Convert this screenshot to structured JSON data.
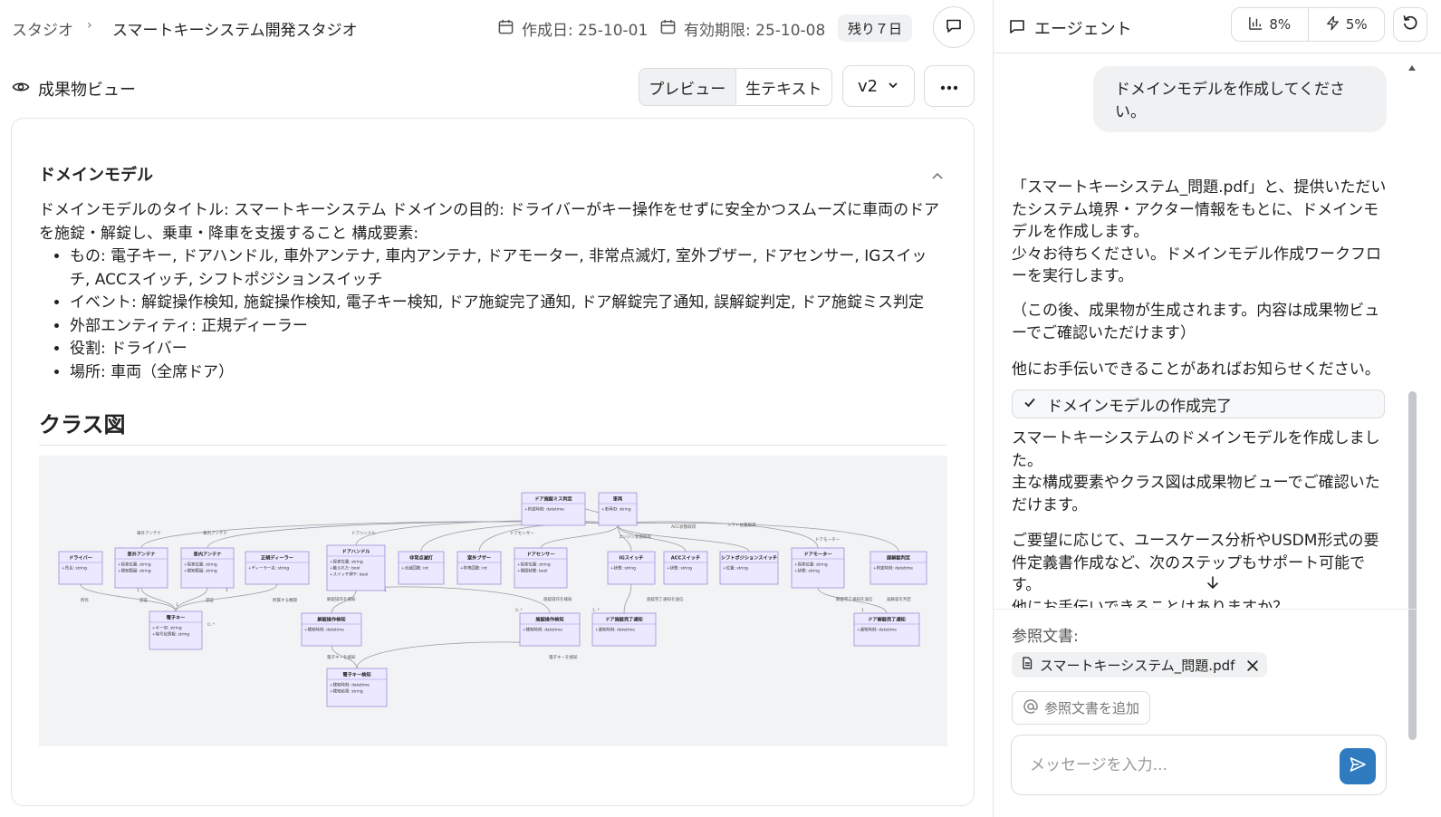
{
  "header": {
    "breadcrumb_root": "スタジオ",
    "breadcrumb_sep": "›",
    "breadcrumb_current": "スマートキーシステム開発スタジオ",
    "created": "作成日: 25-10-01",
    "expiry": "有効期限: 25-10-08",
    "remaining": "残り７日",
    "icons": {
      "calendar": "calendar-icon",
      "chat": "message-square-icon"
    }
  },
  "viewbar": {
    "title": "成果物ビュー",
    "tabs": [
      {
        "label": "プレビュー",
        "active": true
      },
      {
        "label": "生テキスト",
        "active": false
      }
    ],
    "version": "v2",
    "more_icon": "ellipsis-icon"
  },
  "artifact": {
    "section_title": "ドメインモデル",
    "intro": "ドメインモデルのタイトル: スマートキーシステム ドメインの目的: ドライバーがキー操作をせずに安全かつスムーズに車両のドアを施錠・解錠し、乗車・降車を支援すること 構成要素:",
    "bullets": [
      "もの: 電子キー, ドアハンドル, 車外アンテナ, 車内アンテナ, ドアモーター, 非常点滅灯, 室外ブザー, ドアセンサー, IGスイッチ, ACCスイッチ, シフトポジションスイッチ",
      "イベント: 解錠操作検知, 施錠操作検知, 電子キー検知, ドア施錠完了通知, ドア解錠完了通知, 誤解錠判定, ドア施錠ミス判定",
      "外部エンティティ: 正規ディーラー",
      "役割: ドライバー",
      "場所: 車両（全席ドア）"
    ],
    "class_diagram_title": "クラス図",
    "diagram": {
      "classes": [
        {
          "name": "ドア施錠ミス判定",
          "attrs": [
            "+判定時刻: datetime"
          ]
        },
        {
          "name": "車両",
          "attrs": [
            "+車両ID: string"
          ]
        },
        {
          "name": "ドライバー",
          "attrs": [
            "+氏名: string"
          ]
        },
        {
          "name": "車外アンテナ",
          "attrs": [
            "+探索位置: string",
            "+検知範囲: string"
          ]
        },
        {
          "name": "車内アンテナ",
          "attrs": [
            "+探索位置: string",
            "+検知範囲: string"
          ]
        },
        {
          "name": "正規ディーラー",
          "attrs": [
            "+ディーラー名: string"
          ]
        },
        {
          "name": "ドアハンドル",
          "attrs": [
            "+探索位置: string",
            "+触られた: bool",
            "+スイッチ押下: bool"
          ]
        },
        {
          "name": "非常点滅灯",
          "attrs": [
            "+点滅回数: int"
          ]
        },
        {
          "name": "室外ブザー",
          "attrs": [
            "+吹鳴回数: int"
          ]
        },
        {
          "name": "ドアセンサー",
          "attrs": [
            "+探索位置: string",
            "+開閉状態: bool"
          ]
        },
        {
          "name": "IGスイッチ",
          "attrs": [
            "+状態: string"
          ]
        },
        {
          "name": "ACCスイッチ",
          "attrs": [
            "+状態: string"
          ]
        },
        {
          "name": "シフトポジションスイッチ",
          "attrs": [
            "+位置: string"
          ]
        },
        {
          "name": "ドアモーター",
          "attrs": [
            "+探索位置: string",
            "+状態: string"
          ]
        },
        {
          "name": "誤解錠判定",
          "attrs": [
            "+判定時刻: datetime"
          ]
        },
        {
          "name": "電子キー",
          "attrs": [
            "+キーID: string",
            "+暗号化情報: string"
          ]
        },
        {
          "name": "解錠操作検知",
          "attrs": [
            "+検知時刻: datetime"
          ]
        },
        {
          "name": "施錠操作検知",
          "attrs": [
            "+検知時刻: datetime"
          ]
        },
        {
          "name": "ドア施錠完了通知",
          "attrs": [
            "+通知時刻: datetime"
          ]
        },
        {
          "name": "ドア解錠完了通知",
          "attrs": [
            "+通知時刻: datetime"
          ]
        },
        {
          "name": "電子キー検知",
          "attrs": [
            "+検知時刻: datetime",
            "+検知結果: string"
          ]
        }
      ],
      "edge_labels": [
        "車外アンテナ",
        "車内アンテナ",
        "ドアハンドル",
        "ドアセンサー",
        "ドアモーター",
        "エンジン状態取得",
        "ACC状態取得",
        "シフト位置取得",
        "所有",
        "認証",
        "認証",
        "所属する機関",
        "解錠操作を検知",
        "施錠操作を検知",
        "施錠完了通知を送信",
        "解錠完了通知を送信",
        "誤解錠を判定",
        "電子キーを検知",
        "電子キーを検知"
      ],
      "multiplicity": [
        "1",
        "1",
        "0..*",
        "1",
        "1",
        "0..*",
        "1",
        "1..*"
      ]
    }
  },
  "agent": {
    "title": "エージェント",
    "usage": [
      {
        "icon": "bar-chart-icon",
        "value": "8%"
      },
      {
        "icon": "zap-icon",
        "value": "5%"
      }
    ],
    "user_message": "ドメインモデルを作成してください。",
    "messages": [
      "「スマートキーシステム_問題.pdf」と、提供いただいたシステム境界・アクター情報をもとに、ドメインモデルを作成します。\n少々お待ちください。ドメインモデル作成ワークフローを実行します。",
      "（この後、成果物が生成されます。内容は成果物ビューでご確認いただけます）",
      "他にお手伝いできることがあればお知らせください。"
    ],
    "status_pill": "ドメインモデルの作成完了",
    "messages_after": [
      "スマートキーシステムのドメインモデルを作成しました。\n主な構成要素やクラス図は成果物ビューでご確認いただけます。",
      "ご要望に応じて、ユースケース分析やUSDM形式の要件定義書作成など、次のステップもサポート可能です。",
      "他にお手伝いできることはありますか？"
    ]
  },
  "composer": {
    "ref_label": "参照文書:",
    "ref_file": "スマートキーシステム_問題.pdf",
    "add_ref": "参照文書を追加",
    "placeholder": "メッセージを入力..."
  }
}
